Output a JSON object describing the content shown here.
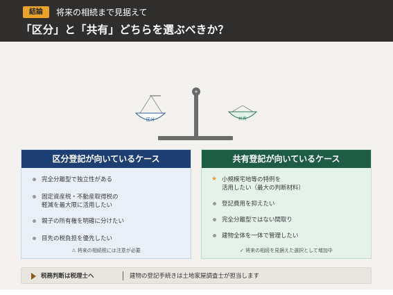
{
  "header": {
    "badge": "結論",
    "subtitle": "将来の相続まで見据えて",
    "title": "「区分」と「共有」どちらを選ぶべきか？"
  },
  "scale": {
    "left_pan_label": "区分",
    "right_pan_label": "共有",
    "colors": {
      "left": "#2a5b9a",
      "right": "#2e7a57",
      "post": "#6b6b6b"
    }
  },
  "left_card": {
    "title": "区分登記が向いているケース",
    "items": [
      "完全分離型で独立性がある",
      "固定資産税・不動産取得税の\n軽減を最大限に活用したい",
      "親子の所有権を明確に分けたい",
      "目先の税負担を優先したい"
    ],
    "footnote": "⚠ 将来の相続税には注意が必要"
  },
  "right_card": {
    "title": "共有登記が向いているケース",
    "items": [
      "小規模宅地等の特例を\n活用したい（最大の判断材料）",
      "登記費用を抑えたい",
      "完全分離型ではない間取り",
      "建物全体を一体で管理したい"
    ],
    "footnote": "✓ 将来の相続を見据えた選択として増加中"
  },
  "footer": {
    "left_label": "税務判断は税理士へ",
    "right_label": "建物の登記手続きは土地家屋調査士が担当します"
  }
}
